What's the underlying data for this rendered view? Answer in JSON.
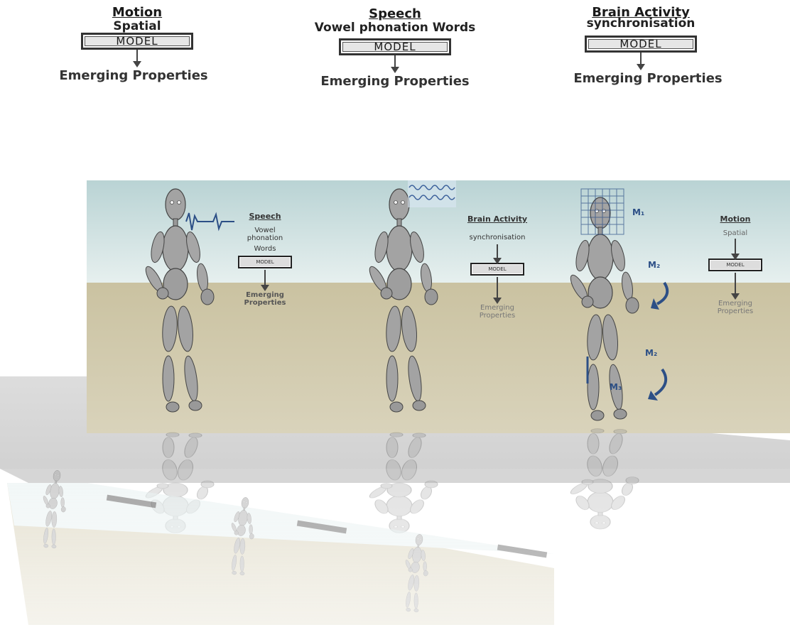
{
  "top_columns": [
    {
      "title": "Motion",
      "subtitle": "Spatial",
      "model": "MODEL",
      "emerging": "Emerging Properties"
    },
    {
      "title": "Speech",
      "subtitle": "Vowel phonation Words",
      "model": "MODEL",
      "emerging": "Emerging Properties"
    },
    {
      "title": "Brain Activity",
      "subtitle": "synchronisation",
      "model": "MODEL",
      "emerging": "Emerging Properties"
    }
  ],
  "scene": {
    "panels": [
      {
        "title": "Speech",
        "lines": [
          "Vowel",
          "phonation",
          "Words"
        ],
        "model": "MODEL",
        "emerging": [
          "Emerging",
          "Properties"
        ]
      },
      {
        "title": "Brain Activity",
        "lines": [
          "synchronisation"
        ],
        "model": "MODEL",
        "emerging": [
          "Emerging",
          "Properties"
        ]
      },
      {
        "title": "Motion",
        "lines": [
          "Spatial"
        ],
        "model": "MODEL",
        "emerging": [
          "Emerging",
          "Properties"
        ]
      }
    ],
    "labels": {
      "m1": "M₁",
      "m2a": "M₂",
      "m2b": "M₂",
      "m3": "M₃"
    }
  },
  "colors": {
    "sky": "#c9dfe0",
    "ground": "#cfc8a8",
    "accent": "#2c4f86",
    "mannequin": "#9a9a9a"
  }
}
